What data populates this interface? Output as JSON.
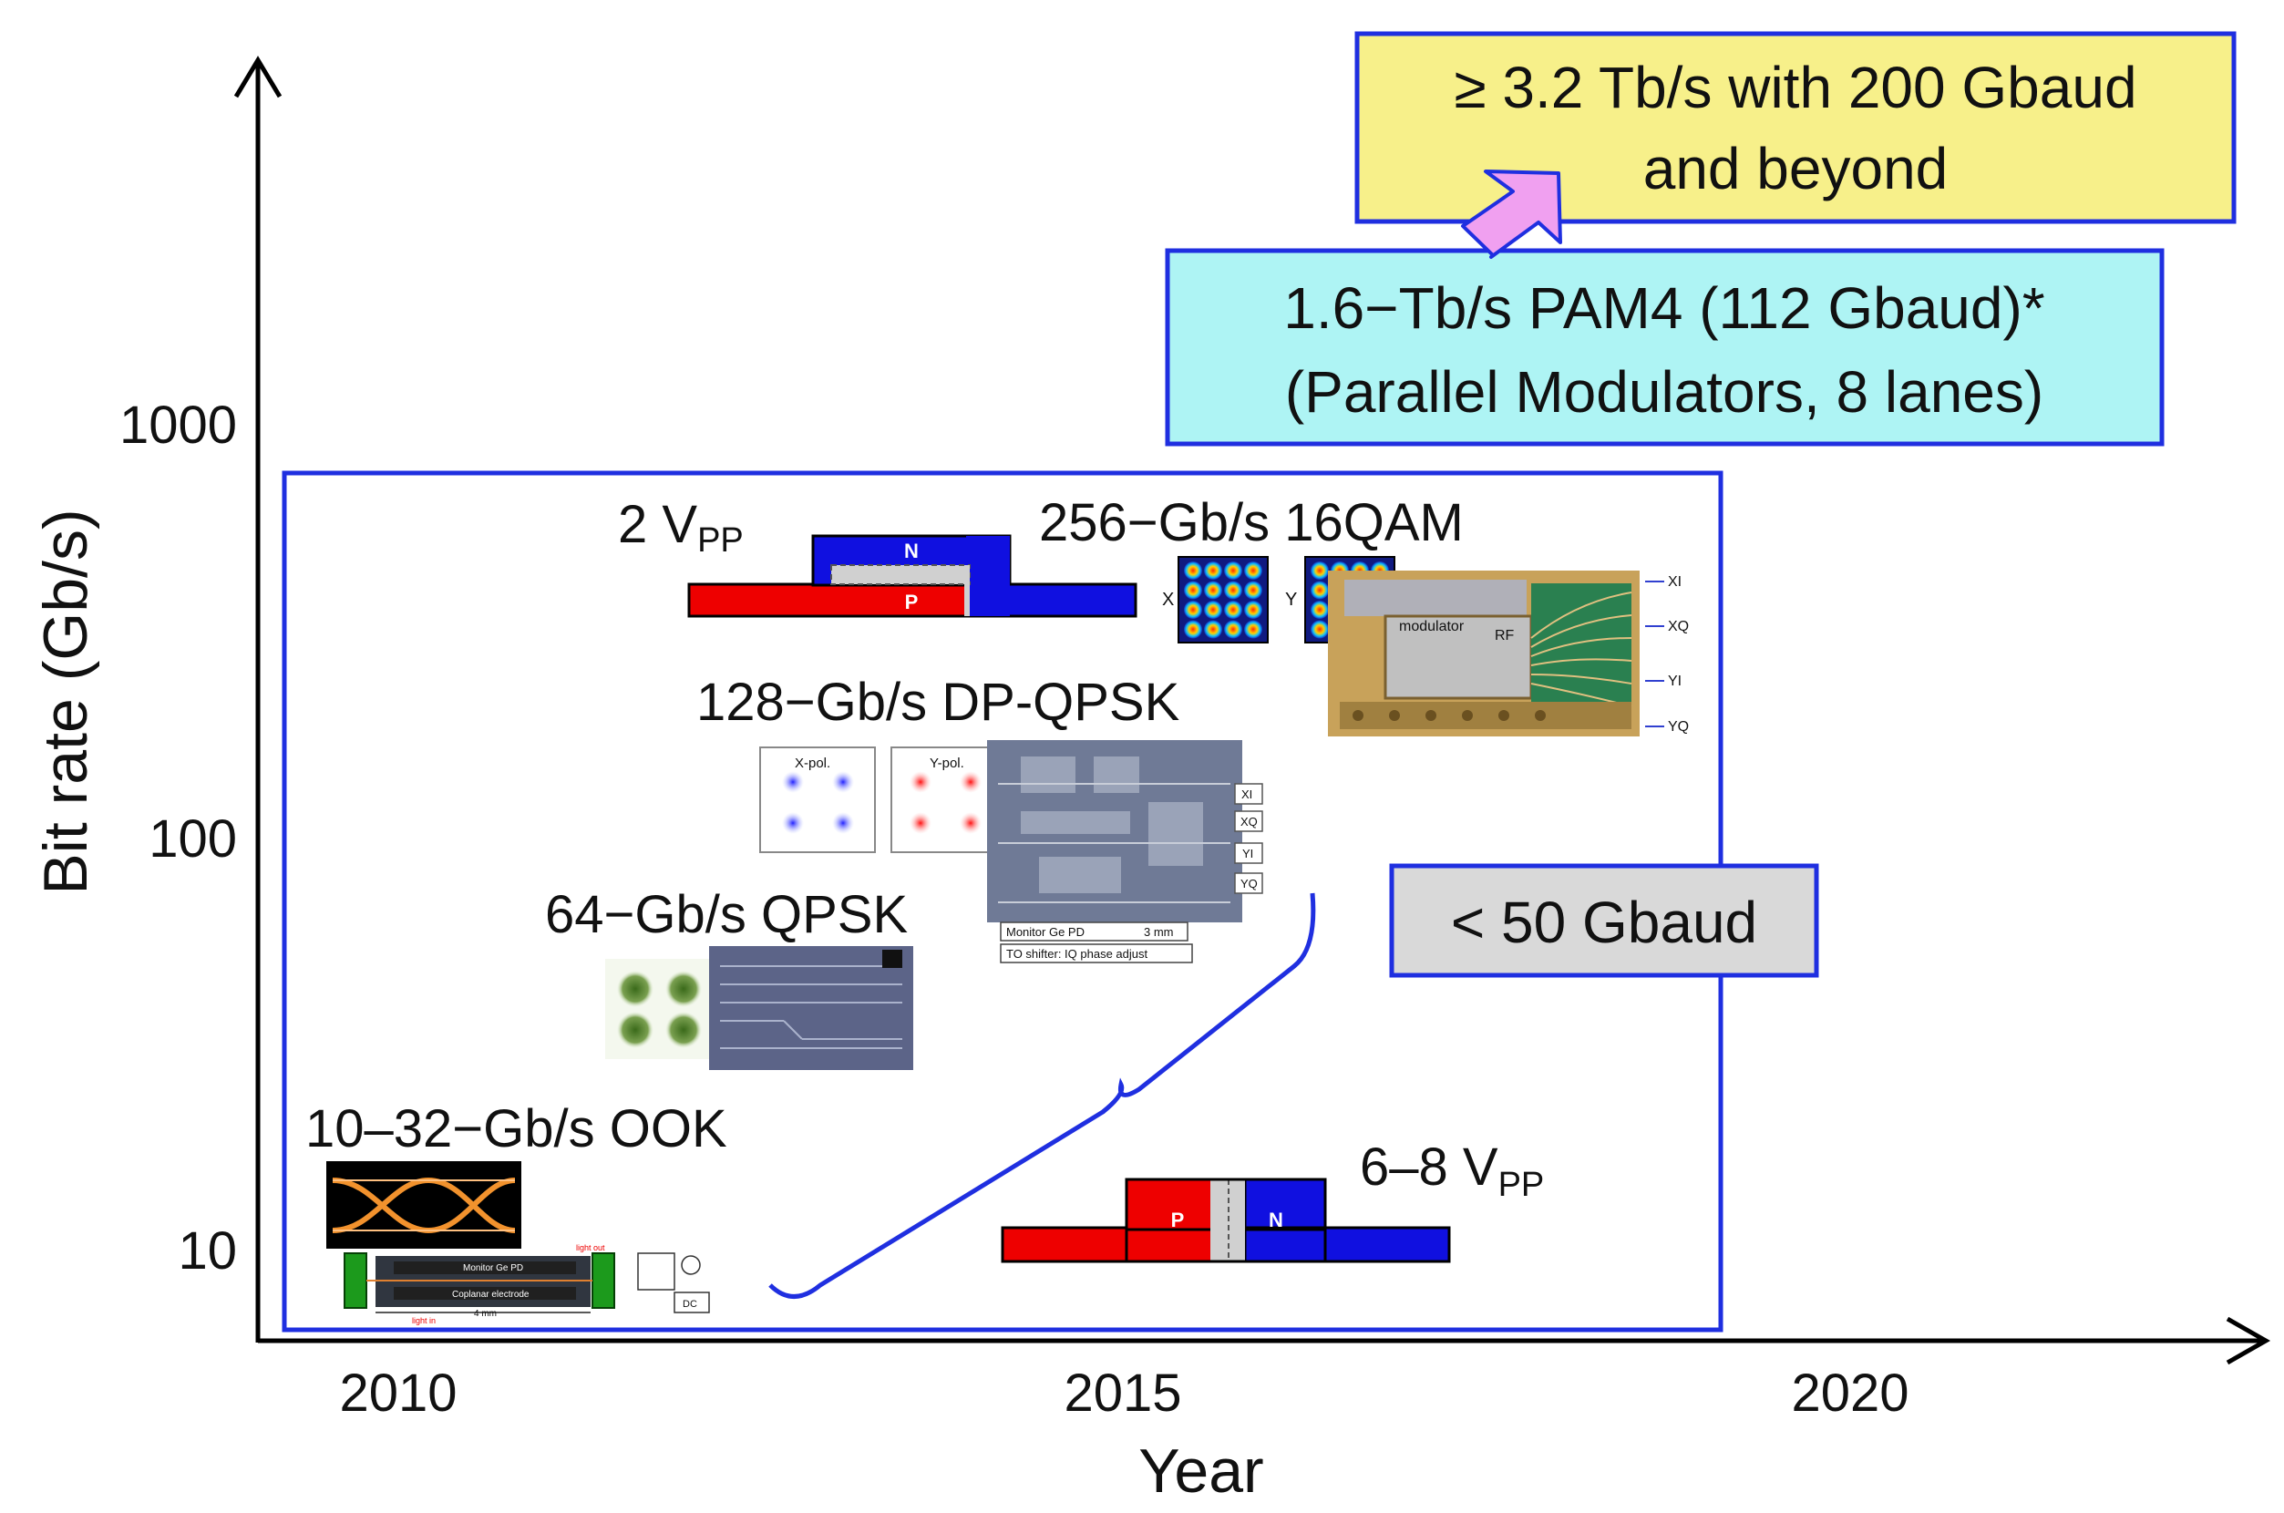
{
  "axes": {
    "y_label": "Bit rate (Gb/s)",
    "x_label": "Year",
    "y_ticks": [
      "1000",
      "100",
      "10"
    ],
    "x_ticks": [
      "2010",
      "2015",
      "2020"
    ],
    "y_scale": "log"
  },
  "boxes": {
    "target": {
      "line1": "≥ 3.2 Tb/s with 200 Gbaud",
      "line2": "and beyond",
      "fill": "#f7f08a",
      "border": "#1f2fe0"
    },
    "pam4": {
      "line1": "1.6−Tb/s PAM4 (112 Gbaud)*",
      "line2": "(Parallel Modulators, 8 lanes)",
      "fill": "#aef4f4",
      "border": "#1f2fe0"
    },
    "gbaud": {
      "text": "< 50 Gbaud",
      "fill": "#d9d9d9",
      "border": "#1f2fe0"
    },
    "region_border": "#1f2fe0"
  },
  "labels": {
    "ook": "10–32−Gb/s OOK",
    "qpsk": "64−Gb/s QPSK",
    "dpqpsk": "128−Gb/s DP-QPSK",
    "qam": "256−Gb/s 16QAM",
    "vpp_low_main": "2 V",
    "vpp_low_sub": "PP",
    "vpp_high_main": "6–8 V",
    "vpp_high_sub": "PP"
  },
  "diagram_text": {
    "n": "N",
    "p": "P",
    "x": "X",
    "y": "Y",
    "xpol": "X-pol.",
    "ypol": "Y-pol.",
    "xi": "XI",
    "xq": "XQ",
    "yi": "YI",
    "yq": "YQ",
    "monitor": "Monitor Ge PD",
    "three_mm": "3 mm",
    "to_shifter": "TO shifter: IQ phase adjust",
    "modulator": "modulator",
    "rf": "RF",
    "monitor_ge_pd": "Monitor Ge PD",
    "coplanar": "Coplanar electrode",
    "four_mm": "4 mm",
    "light_out": "light out",
    "light_in": "light in",
    "dc": "DC"
  },
  "colors": {
    "p_doped": "#ee0000",
    "n_doped": "#1010e0",
    "arrow": "#f0a0f0"
  }
}
